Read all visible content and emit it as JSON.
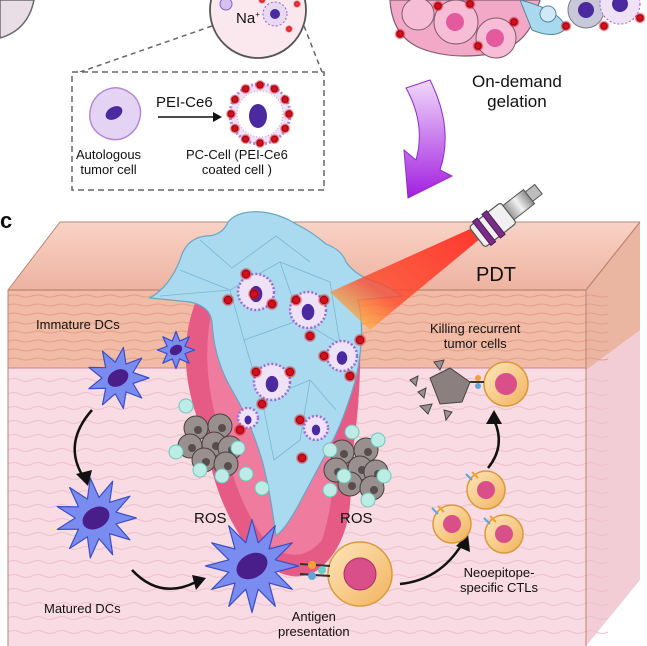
{
  "labels": {
    "na_ion": "Na",
    "na_charge": "+",
    "on_demand_line1": "On-demand",
    "on_demand_line2": "gelation",
    "pei_ce6": "PEI-Ce6",
    "autologous_line1": "Autologous",
    "autologous_line2": "tumor cell",
    "pc_cell_line1": "PC-Cell (PEI-Ce6",
    "pc_cell_line2": "coated cell )",
    "panel_letter": "c",
    "pdt": "PDT",
    "immature_dcs": "Immature DCs",
    "killing_line1": "Killing recurrent",
    "killing_line2": "tumor cells",
    "ros_left": "ROS",
    "ros_right": "ROS",
    "matured_dcs": "Matured DCs",
    "antigen_line1": "Antigen",
    "antigen_line2": "presentation",
    "neo_line1": "Neoepitope-",
    "neo_line2": "specific CTLs"
  },
  "colors": {
    "skin_top": "#f3c6b8",
    "skin_dermis": "#f7d6de",
    "gel": "#a9d9ef",
    "tumor_wound": "#e8507a",
    "laser": "#ff2a2a",
    "arrow_purple": "#b23ce6",
    "dc_blue": "#5f6fe0",
    "ctl_orange": "#f6c37a",
    "ce6_red": "#e0121f"
  }
}
